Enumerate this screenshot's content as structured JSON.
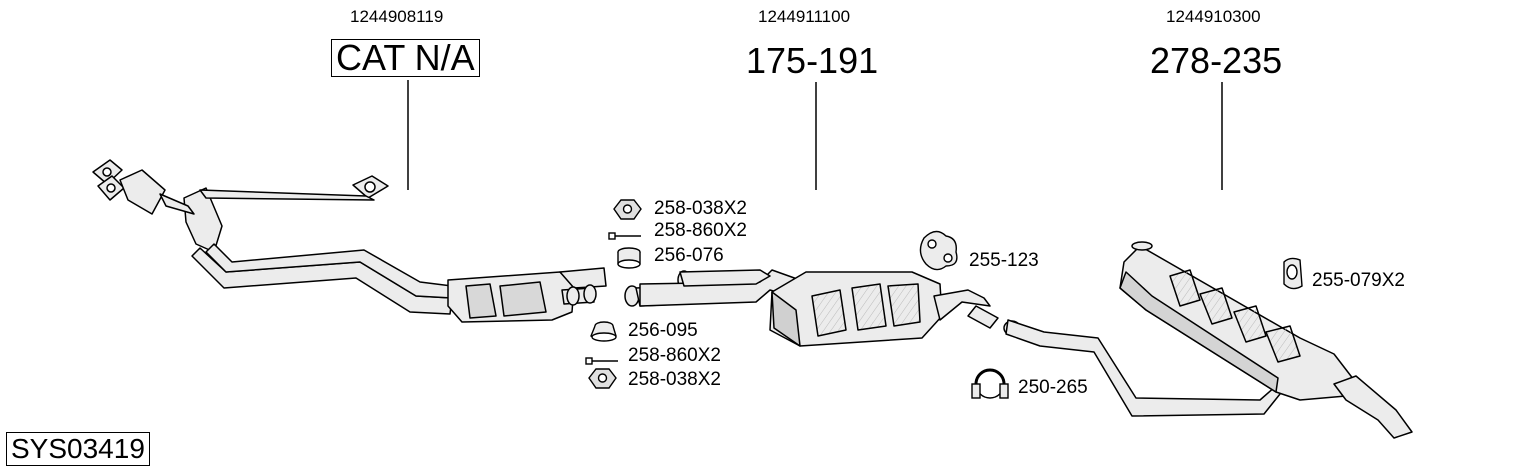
{
  "diagram": {
    "system_code": "SYS03419",
    "sections": [
      {
        "oem_number": "1244908119",
        "part_number": "CAT N/A"
      },
      {
        "oem_number": "1244911100",
        "part_number": "175-191"
      },
      {
        "oem_number": "1244910300",
        "part_number": "278-235"
      }
    ],
    "parts": [
      {
        "code": "258-038X2",
        "icon": "nut-icon"
      },
      {
        "code": "258-860X2",
        "icon": "bolt-icon"
      },
      {
        "code": "256-076",
        "icon": "gasket-ring-icon"
      },
      {
        "code": "256-095",
        "icon": "gasket-cone-icon"
      },
      {
        "code": "258-860X2",
        "icon": "bolt-icon"
      },
      {
        "code": "258-038X2",
        "icon": "nut-icon"
      },
      {
        "code": "255-123",
        "icon": "rubber-hanger-icon"
      },
      {
        "code": "255-079X2",
        "icon": "mount-icon"
      },
      {
        "code": "250-265",
        "icon": "clamp-icon"
      }
    ]
  }
}
